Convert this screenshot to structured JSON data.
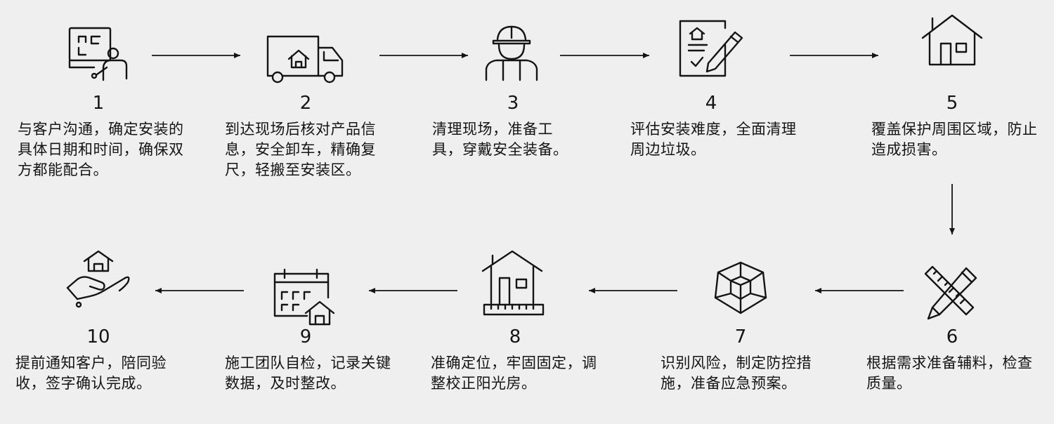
{
  "steps": [
    {
      "number": "1",
      "icon": "meeting-board-icon",
      "text": "与客户沟通，确定安装的具体日期和时间，确保双方都能配合。"
    },
    {
      "number": "2",
      "icon": "delivery-truck-icon",
      "text": "到达现场后核对产品信息，安全卸车，精确复尺，轻搬至安装区。"
    },
    {
      "number": "3",
      "icon": "worker-helmet-icon",
      "text": "清理现场，准备工具，穿戴安全装备。"
    },
    {
      "number": "4",
      "icon": "checklist-pencil-icon",
      "text": "评估安装难度，全面清理周边垃圾。"
    },
    {
      "number": "5",
      "icon": "house-icon",
      "text": "覆盖保护周围区域，防止造成损害。"
    },
    {
      "number": "6",
      "icon": "ruler-pencil-icon",
      "text": "根据需求准备辅料，检查质量。"
    },
    {
      "number": "7",
      "icon": "cube-icon",
      "text": "识别风险，制定防控措施，准备应急预案。"
    },
    {
      "number": "8",
      "icon": "house-ruler-icon",
      "text": "准确定位，牢固固定，调整校正阳光房。"
    },
    {
      "number": "9",
      "icon": "calendar-house-icon",
      "text": "施工团队自检，记录关键数据，及时整改。"
    },
    {
      "number": "10",
      "icon": "hand-house-icon",
      "text": "提前通知客户，陪同验收，签字确认完成。"
    }
  ]
}
